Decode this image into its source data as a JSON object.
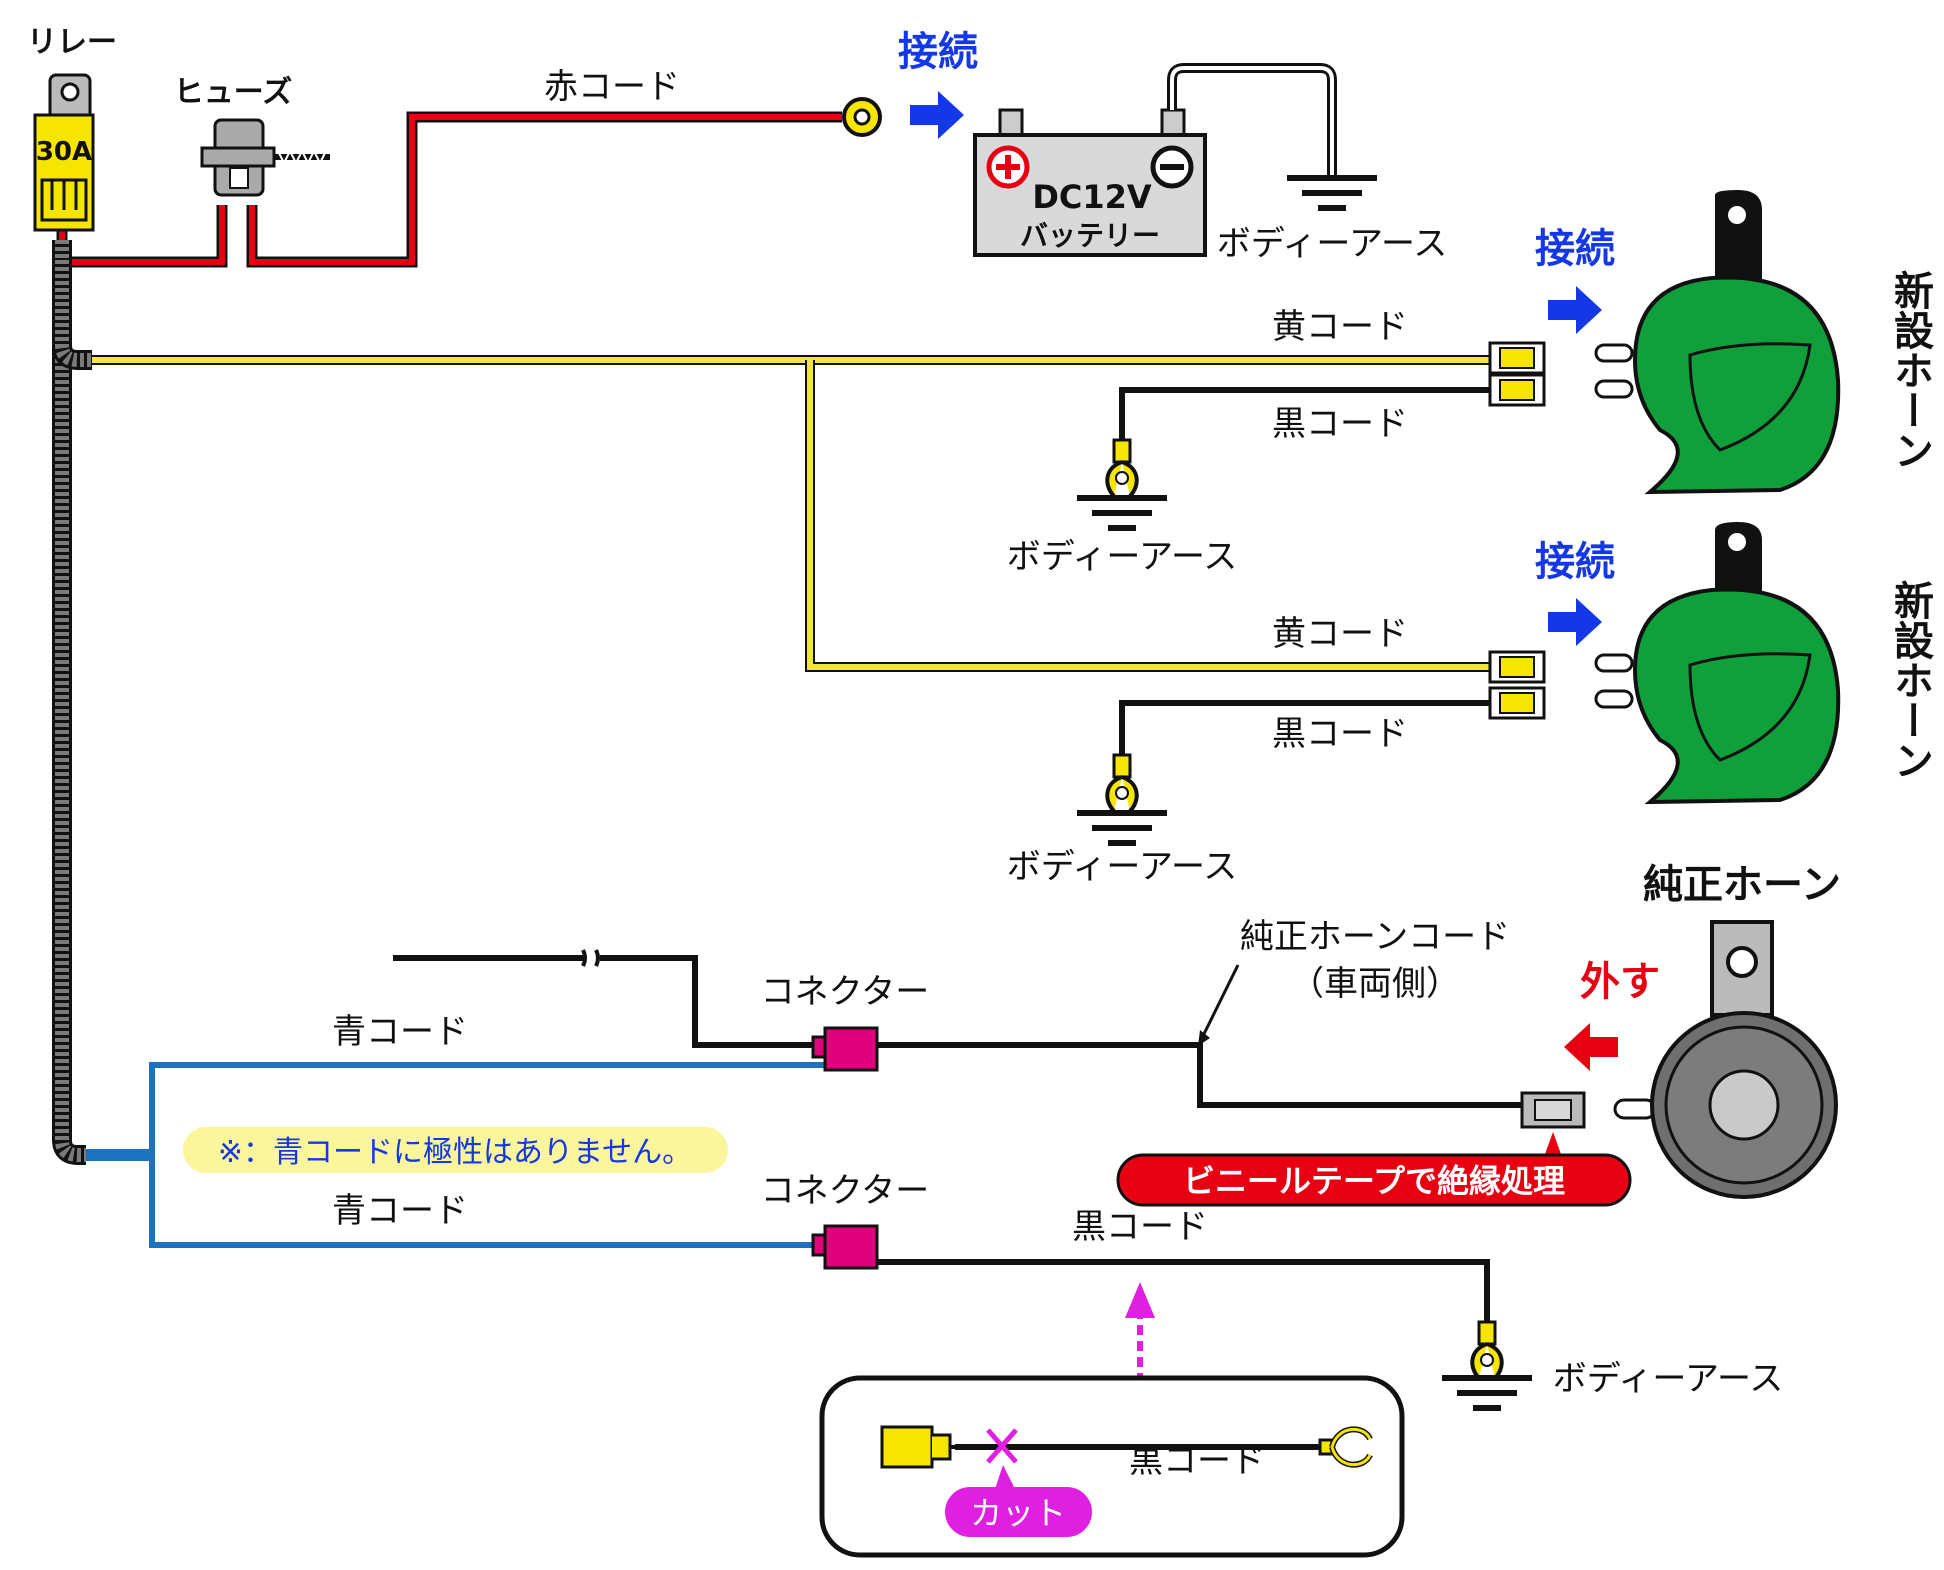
{
  "relay": {
    "title": "リレー",
    "rating": "30A"
  },
  "fuse": {
    "title": "ヒューズ"
  },
  "battery": {
    "voltage": "DC12V",
    "label": "バッテリー"
  },
  "actions": {
    "connect": "接続",
    "remove": "外す"
  },
  "horns": {
    "new_title": "新設ホーン",
    "stock_title": "純正ホーン"
  },
  "wires": {
    "red": "赤コード",
    "yellow": "黄コード",
    "black": "黒コード",
    "blue": "青コード",
    "connector": "コネクター",
    "stock_cord": "純正ホーンコード",
    "vehicle_side": "（車両側）"
  },
  "ground": {
    "label": "ボディーアース"
  },
  "notes": {
    "polarity": "※：青コードに極性はありません。",
    "insulate": "ビニールテープで絶縁処理",
    "cut": "カット"
  },
  "colors": {
    "red_wire": "#e60012",
    "yellow_wire": "#f0e442",
    "blue_wire": "#1e73be",
    "black_wire": "#111111",
    "horn_green": "#0fa03c",
    "connector_pink": "#e0007a",
    "arrow_blue": "#1438e6",
    "action_red": "#e60012",
    "cut_magenta": "#e020e0",
    "note_yellow": "#fbf59b"
  }
}
